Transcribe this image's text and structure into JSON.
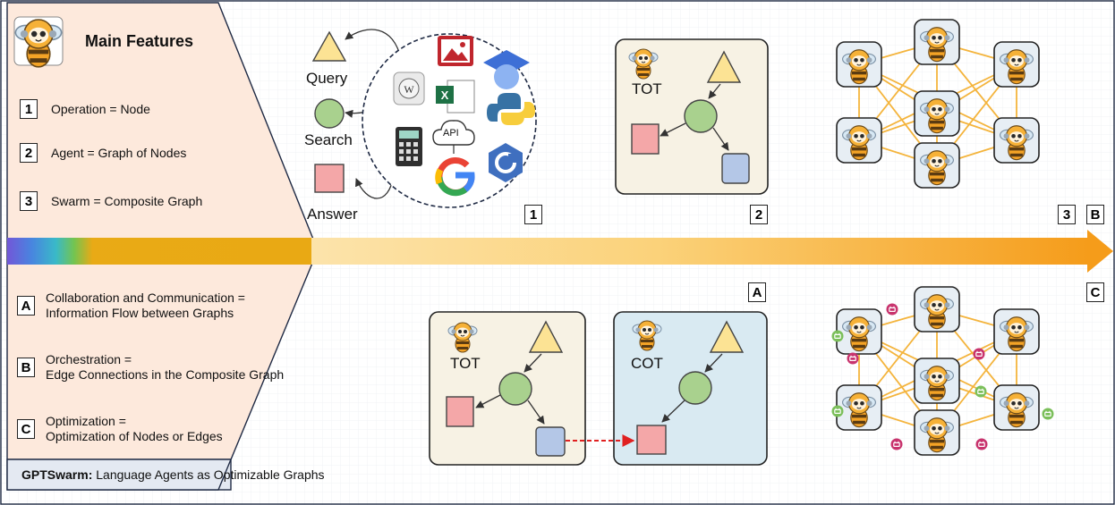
{
  "panel": {
    "title": "Main Features",
    "features": [
      {
        "num": "1",
        "text": "Operation = Node"
      },
      {
        "num": "2",
        "text": "Agent = Graph of Nodes"
      },
      {
        "num": "3",
        "text": "Swarm = Composite Graph"
      }
    ],
    "aspects": [
      {
        "letter": "A",
        "line1": "Collaboration and Communication =",
        "line2": "Information Flow between Graphs"
      },
      {
        "letter": "B",
        "line1": "Orchestration =",
        "line2": "Edge Connections in the Composite Graph"
      },
      {
        "letter": "C",
        "line1": "Optimization =",
        "line2": "Optimization of Nodes or Edges"
      }
    ],
    "footer_bold": "GPTSwarm:",
    "footer_rest": " Language Agents as Optimizable Graphs"
  },
  "operations": {
    "query": "Query",
    "search": "Search",
    "answer": "Answer",
    "api": "API"
  },
  "graphs": {
    "tot": "TOT",
    "cot": "COT"
  },
  "markers": {
    "one": "1",
    "two": "2",
    "three": "3",
    "a": "A",
    "b": "B",
    "c": "C"
  },
  "colors": {
    "panel_bg": "#fde9dc",
    "triangle": "#fce394",
    "circle": "#a9d18e",
    "square": "#f4a7a8",
    "done_square": "#b4c7e7",
    "tot_bg": "#f7f2e4",
    "cot_bg": "#d9eaf2",
    "edge": "#f4b43c",
    "arrow_end": "#f59c1a",
    "cross_edge": "#e02020",
    "opt_pink": "#c8336d",
    "opt_green": "#7bbf5a"
  },
  "icons": [
    "bee-mascot-icon",
    "robot-bee-icon",
    "wikipedia-icon",
    "image-icon",
    "excel-icon",
    "graduation-cap-icon",
    "python-icon",
    "calculator-icon",
    "api-cloud-icon",
    "google-icon",
    "cpp-icon",
    "optimize-icon"
  ]
}
